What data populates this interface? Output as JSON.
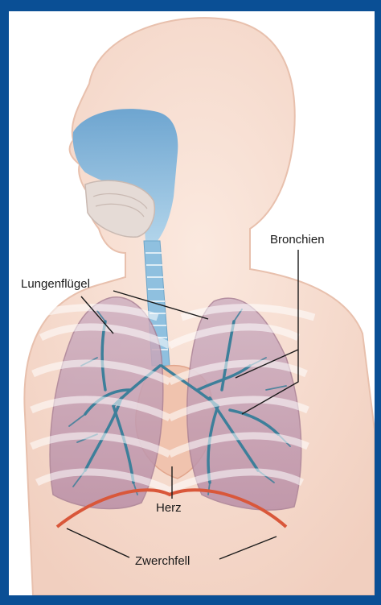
{
  "labels": {
    "bronchien": "Bronchien",
    "lungenfluegel": "Lungenflügel",
    "herz": "Herz",
    "zwerchfell": "Zwerchfell"
  },
  "colors": {
    "frame": "#0a4f95",
    "skin": "#f7ddd0",
    "airway": "#7fb6d9",
    "lung": "#c7a3b6",
    "bronchi": "#3d7f9a",
    "heart": "#f0c3ae",
    "diaphragm": "#d9573a"
  }
}
